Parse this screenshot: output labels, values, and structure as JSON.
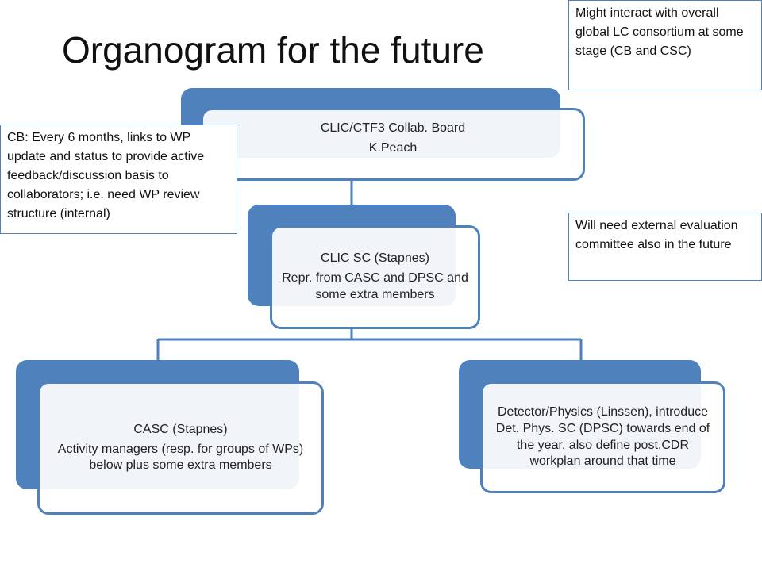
{
  "title": "Organogram for the future",
  "nodes": {
    "board": {
      "line1": "CLIC/CTF3  Collab. Board",
      "line2": "K.Peach"
    },
    "sc": {
      "line1": "CLIC  SC (Stapnes)",
      "line2": "Repr. from CASC and DPSC and some extra members"
    },
    "casc": {
      "line1": "CASC (Stapnes)",
      "line2": "Activity managers (resp. for groups of WPs) below plus some extra members"
    },
    "detector": {
      "line1": "Detector/Physics (Linssen), introduce Det. Phys. SC (DPSC) towards end of the year, also define post.CDR workplan around that time"
    }
  },
  "notes": {
    "global": "Might interact with overall global LC consortium at some stage (CB and CSC)",
    "cb": "CB: Every 6 months, links to WP update and status to provide active feedback/discussion  basis to collaborators; i.e. need WP review structure (internal)",
    "external": "Will need external evaluation committee also in the future"
  },
  "colors": {
    "accent": "#4f81bd"
  }
}
